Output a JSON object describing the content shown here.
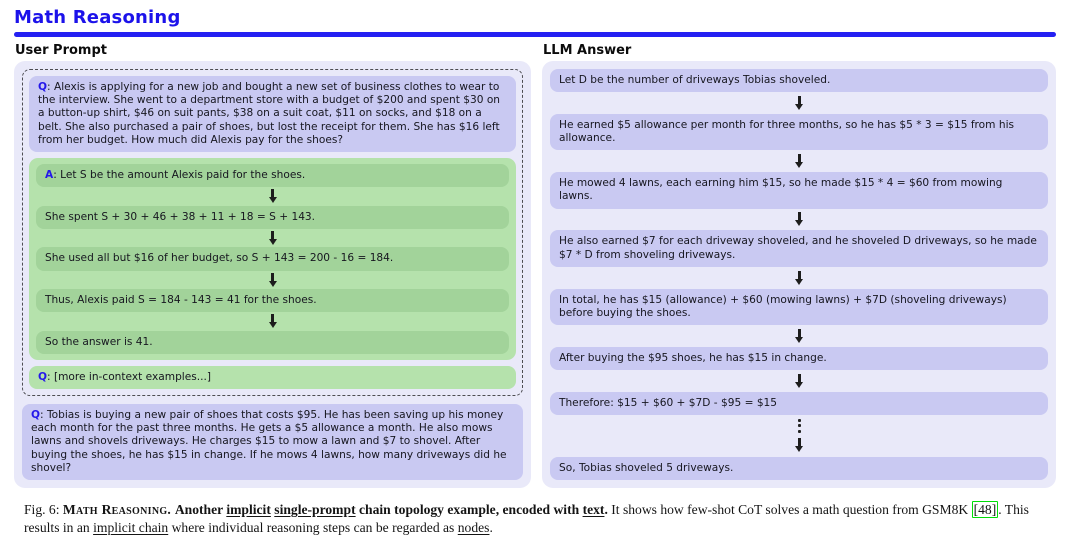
{
  "title": "Math Reasoning",
  "colors": {
    "title_blue": "#1c12ea",
    "rule_blue": "#2420f2",
    "panel_background": "#e9e9f9",
    "question_lavender": "#c9c9f2",
    "chain_green_container": "#b5e2ac",
    "chain_green_step": "#a2d39a",
    "qa_letter_blue": "#2417ea",
    "arrow_black": "#1d1d1d",
    "citation_green": "#00dd07"
  },
  "left": {
    "heading": "User Prompt",
    "q_alexis": {
      "prefix": "Q",
      "text": ": Alexis is applying for a new job and bought a new set of business clothes to wear to the interview. She went to a department store with a budget of $200 and spent $30 on a button-up shirt, $46 on suit pants, $38 on a suit coat, $11 on socks, and $18 on a belt. She also purchased a pair of shoes, but lost the receipt for them. She has $16 left from her budget. How much did Alexis pay for the shoes?"
    },
    "chain": {
      "steps": [
        {
          "prefix": "A",
          "text": ": Let S be the amount Alexis paid for the shoes."
        },
        {
          "text": "She spent S + 30 + 46 + 38 + 11 + 18 = S + 143."
        },
        {
          "text": "She used all but $16 of her budget, so S + 143 = 200 - 16 = 184."
        },
        {
          "text": "Thus, Alexis paid S = 184 - 143 = 41 for the shoes."
        },
        {
          "text": "So the answer is 41."
        }
      ]
    },
    "more_examples": {
      "prefix": "Q",
      "text": ": [more in-context examples...]"
    },
    "q_tobias": {
      "prefix": "Q",
      "text": ": Tobias is buying a new pair of shoes that costs $95. He has been saving up his money each month for the past three months. He gets a $5 allowance a month. He also mows lawns and shovels driveways. He charges $15 to mow a lawn and $7 to shovel. After buying the shoes, he has $15 in change. If he mows 4 lawns, how many driveways did he shovel?"
    }
  },
  "right": {
    "heading": "LLM Answer",
    "steps": [
      {
        "text": "Let D be the number of driveways Tobias shoveled."
      },
      {
        "text": "He earned $5 allowance per month for three months, so he has $5 * 3 = $15 from his allowance."
      },
      {
        "text": "He mowed 4 lawns, each earning him $15, so he made $15 * 4 = $60 from mowing lawns."
      },
      {
        "text": "He also earned $7 for each driveway shoveled, and he shoveled D driveways, so he made $7 * D from shoveling driveways."
      },
      {
        "text": "In total, he has $15 (allowance) + $60 (mowing lawns) + $7D (shoveling driveways) before buying the shoes."
      },
      {
        "text": "After buying the $95 shoes, he has $15 in change."
      },
      {
        "text": "Therefore: $15 + $60 + $7D - $95 = $15"
      },
      {
        "text": "So, Tobias shoveled 5 driveways."
      }
    ],
    "ellipsis_before_last": true
  },
  "caption": {
    "segments": [
      {
        "text": "Fig. 6: ",
        "style": "plain"
      },
      {
        "text": "Math Reasoning. ",
        "style": "smallcaps-bold"
      },
      {
        "text": "Another ",
        "style": "bold"
      },
      {
        "text": "implicit",
        "style": "bold-underline"
      },
      {
        "text": " ",
        "style": "bold"
      },
      {
        "text": "single-prompt",
        "style": "bold-underline"
      },
      {
        "text": " chain topology example, encoded with ",
        "style": "bold"
      },
      {
        "text": "text",
        "style": "bold-underline"
      },
      {
        "text": ". ",
        "style": "bold"
      },
      {
        "text": "It shows how few-shot CoT solves a math question from GSM8K ",
        "style": "plain"
      },
      {
        "text": "[48]",
        "style": "cite"
      },
      {
        "text": ". This results in an ",
        "style": "plain"
      },
      {
        "text": "implicit chain",
        "style": "underline"
      },
      {
        "text": " where individual reasoning steps can be regarded as ",
        "style": "plain"
      },
      {
        "text": "nodes",
        "style": "underline"
      },
      {
        "text": ".",
        "style": "plain"
      }
    ]
  }
}
